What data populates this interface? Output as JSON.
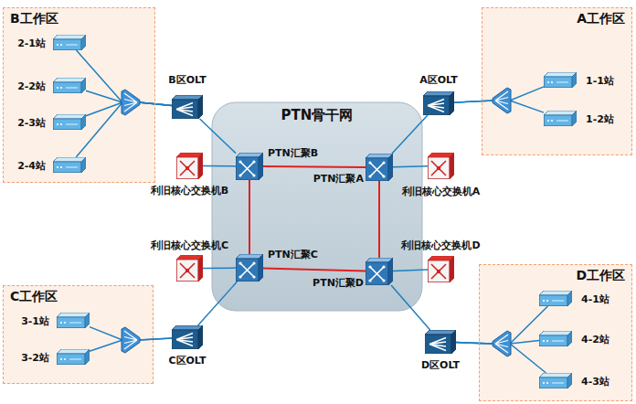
{
  "diagram": {
    "nodes": [
      {
        "text": [
          "B工作区"
        ]
      },
      {
        "text": [
          "2-1站"
        ],
        "in": 0
      },
      {
        "text": [
          "2-2站"
        ],
        "in": 0
      },
      {
        "text": [
          "2-3站"
        ],
        "in": 0
      },
      {
        "text": [
          "2-4站"
        ],
        "in": 0
      },
      {
        "text": [
          "A工作区"
        ]
      },
      {
        "text": [
          "1-1站"
        ],
        "in": 5
      },
      {
        "text": [
          "1-2站"
        ],
        "in": 5
      },
      {
        "text": [
          "B区OLT"
        ]
      },
      {
        "text": [
          "A区OLT"
        ]
      },
      {
        "text": [
          "PTN骨干网"
        ]
      },
      {
        "text": [
          "PTN汇聚B"
        ],
        "in": 10
      },
      {
        "text": [
          "PTN汇聚A"
        ],
        "in": 10
      },
      {
        "text": [
          "利旧核心交换机B"
        ]
      },
      {
        "text": [
          "利旧核心交换机A"
        ]
      },
      {
        "text": [
          "利旧核心交换机C"
        ]
      },
      {
        "text": [
          "利旧核心交换机D"
        ]
      },
      {
        "text": [
          "PTN汇聚C"
        ],
        "in": 10
      },
      {
        "text": [
          "PTN汇聚D"
        ],
        "in": 10
      },
      {
        "text": [
          "C区OLT"
        ]
      },
      {
        "text": [
          "D区OLT"
        ]
      },
      {
        "text": [
          "C工作区"
        ]
      },
      {
        "text": [
          "3-1站"
        ],
        "in": 21
      },
      {
        "text": [
          "3-2站"
        ],
        "in": 21
      },
      {
        "text": [
          "D工作区"
        ]
      },
      {
        "text": [
          "4-1站"
        ],
        "in": 24
      },
      {
        "text": [
          "4-2站"
        ],
        "in": 24
      },
      {
        "text": [
          "4-3站"
        ],
        "in": 24
      }
    ],
    "edges": [
      {
        "from": 8,
        "to": 1,
        "arrow": "none"
      },
      {
        "from": 8,
        "to": 2,
        "arrow": "none"
      },
      {
        "from": 8,
        "to": 3,
        "arrow": "none"
      },
      {
        "from": 8,
        "to": 4,
        "arrow": "none"
      },
      {
        "from": 9,
        "to": 6,
        "arrow": "none"
      },
      {
        "from": 9,
        "to": 7,
        "arrow": "none"
      },
      {
        "from": 19,
        "to": 22,
        "arrow": "none"
      },
      {
        "from": 19,
        "to": 23,
        "arrow": "none"
      },
      {
        "from": 20,
        "to": 25,
        "arrow": "none"
      },
      {
        "from": 20,
        "to": 26,
        "arrow": "none"
      },
      {
        "from": 20,
        "to": 27,
        "arrow": "none"
      },
      {
        "from": 8,
        "to": 11,
        "arrow": "none"
      },
      {
        "from": 9,
        "to": 12,
        "arrow": "none"
      },
      {
        "from": 19,
        "to": 17,
        "arrow": "none"
      },
      {
        "from": 20,
        "to": 18,
        "arrow": "none"
      },
      {
        "from": 13,
        "to": 11,
        "arrow": "none"
      },
      {
        "from": 14,
        "to": 12,
        "arrow": "none"
      },
      {
        "from": 15,
        "to": 17,
        "arrow": "none"
      },
      {
        "from": 16,
        "to": 18,
        "arrow": "none"
      },
      {
        "from": 11,
        "to": 12,
        "arrow": "none"
      },
      {
        "from": 12,
        "to": 18,
        "arrow": "none"
      },
      {
        "from": 18,
        "to": 17,
        "arrow": "none"
      },
      {
        "from": 17,
        "to": 11,
        "arrow": "none"
      }
    ]
  }
}
